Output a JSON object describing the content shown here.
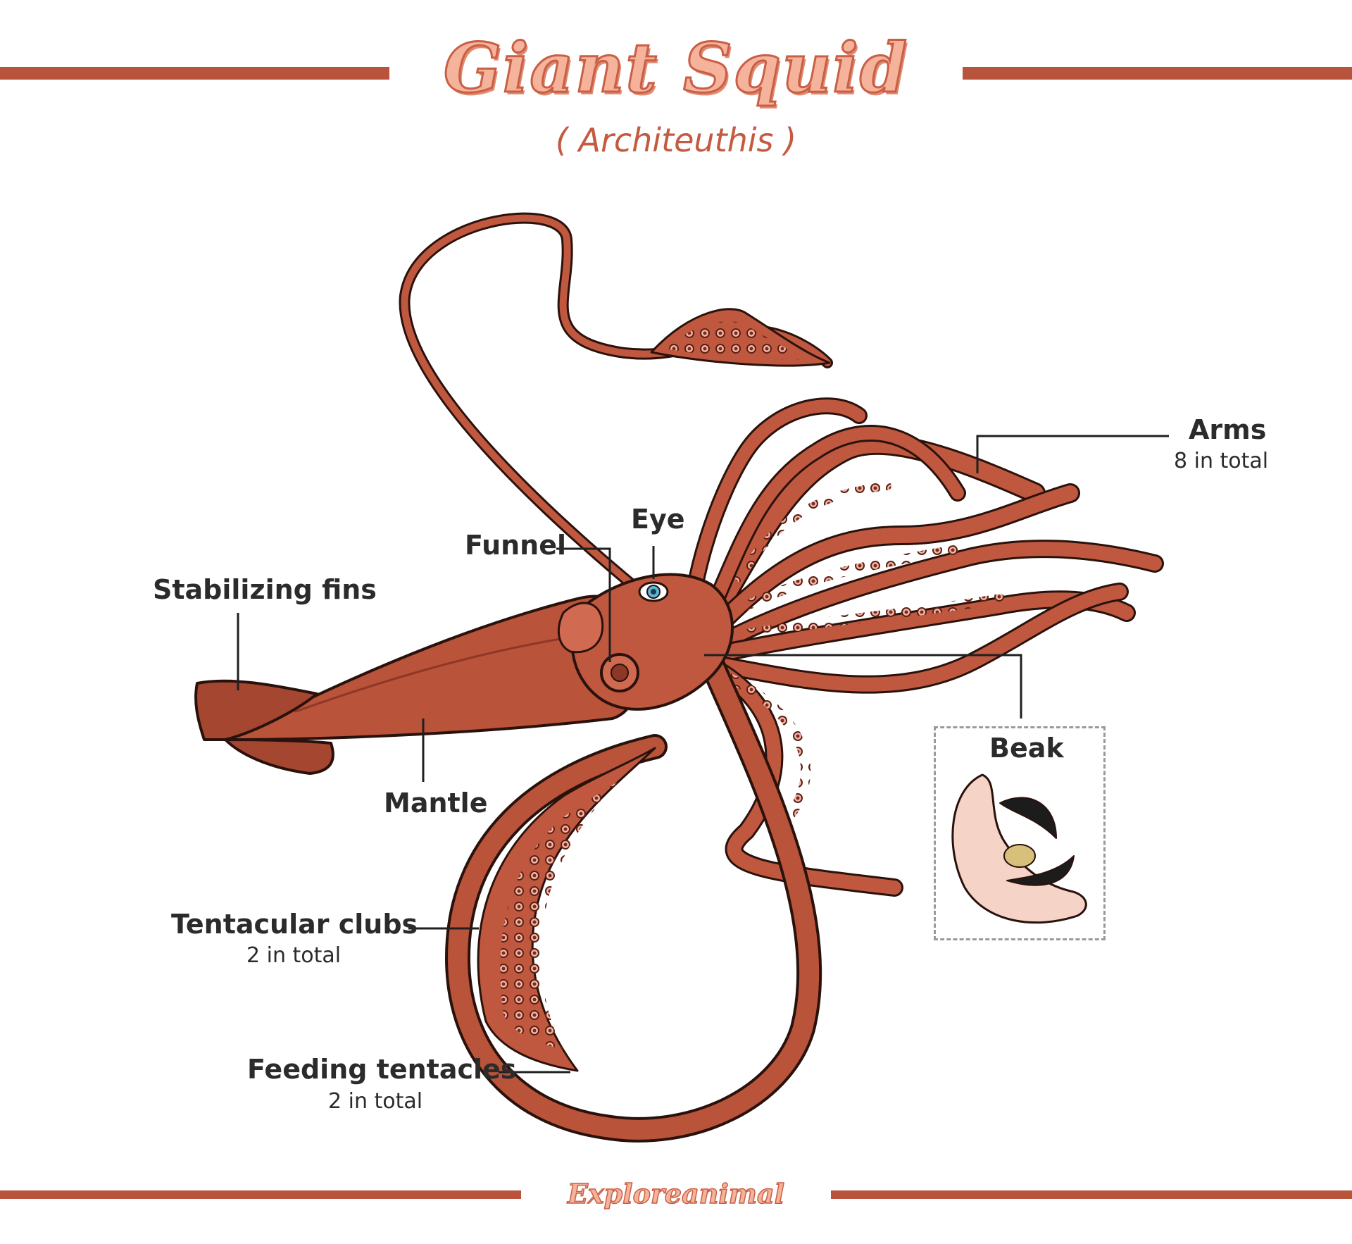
{
  "header": {
    "title": "Giant Squid",
    "subtitle": "( Architeuthis )"
  },
  "labels": {
    "arms": "Arms",
    "arms_count": "8 in total",
    "eye": "Eye",
    "funnel": "Funnel",
    "stabilizing_fins": "Stabilizing fins",
    "mantle": "Mantle",
    "beak": "Beak",
    "tentacular_clubs": "Tentacular clubs",
    "tentacular_clubs_count": "2 in total",
    "feeding_tentacles": "Feeding tentacles",
    "feeding_tentacles_count": "2 in total"
  },
  "footer": {
    "brand": "Exploreanimal"
  },
  "colors": {
    "accent": "#b8533c",
    "body": "#b9533a",
    "body_light": "#cf6a50",
    "suction_cups": "#f2b7a6",
    "eye": "#5ab8d6",
    "label_text": "#2b2b2b"
  }
}
